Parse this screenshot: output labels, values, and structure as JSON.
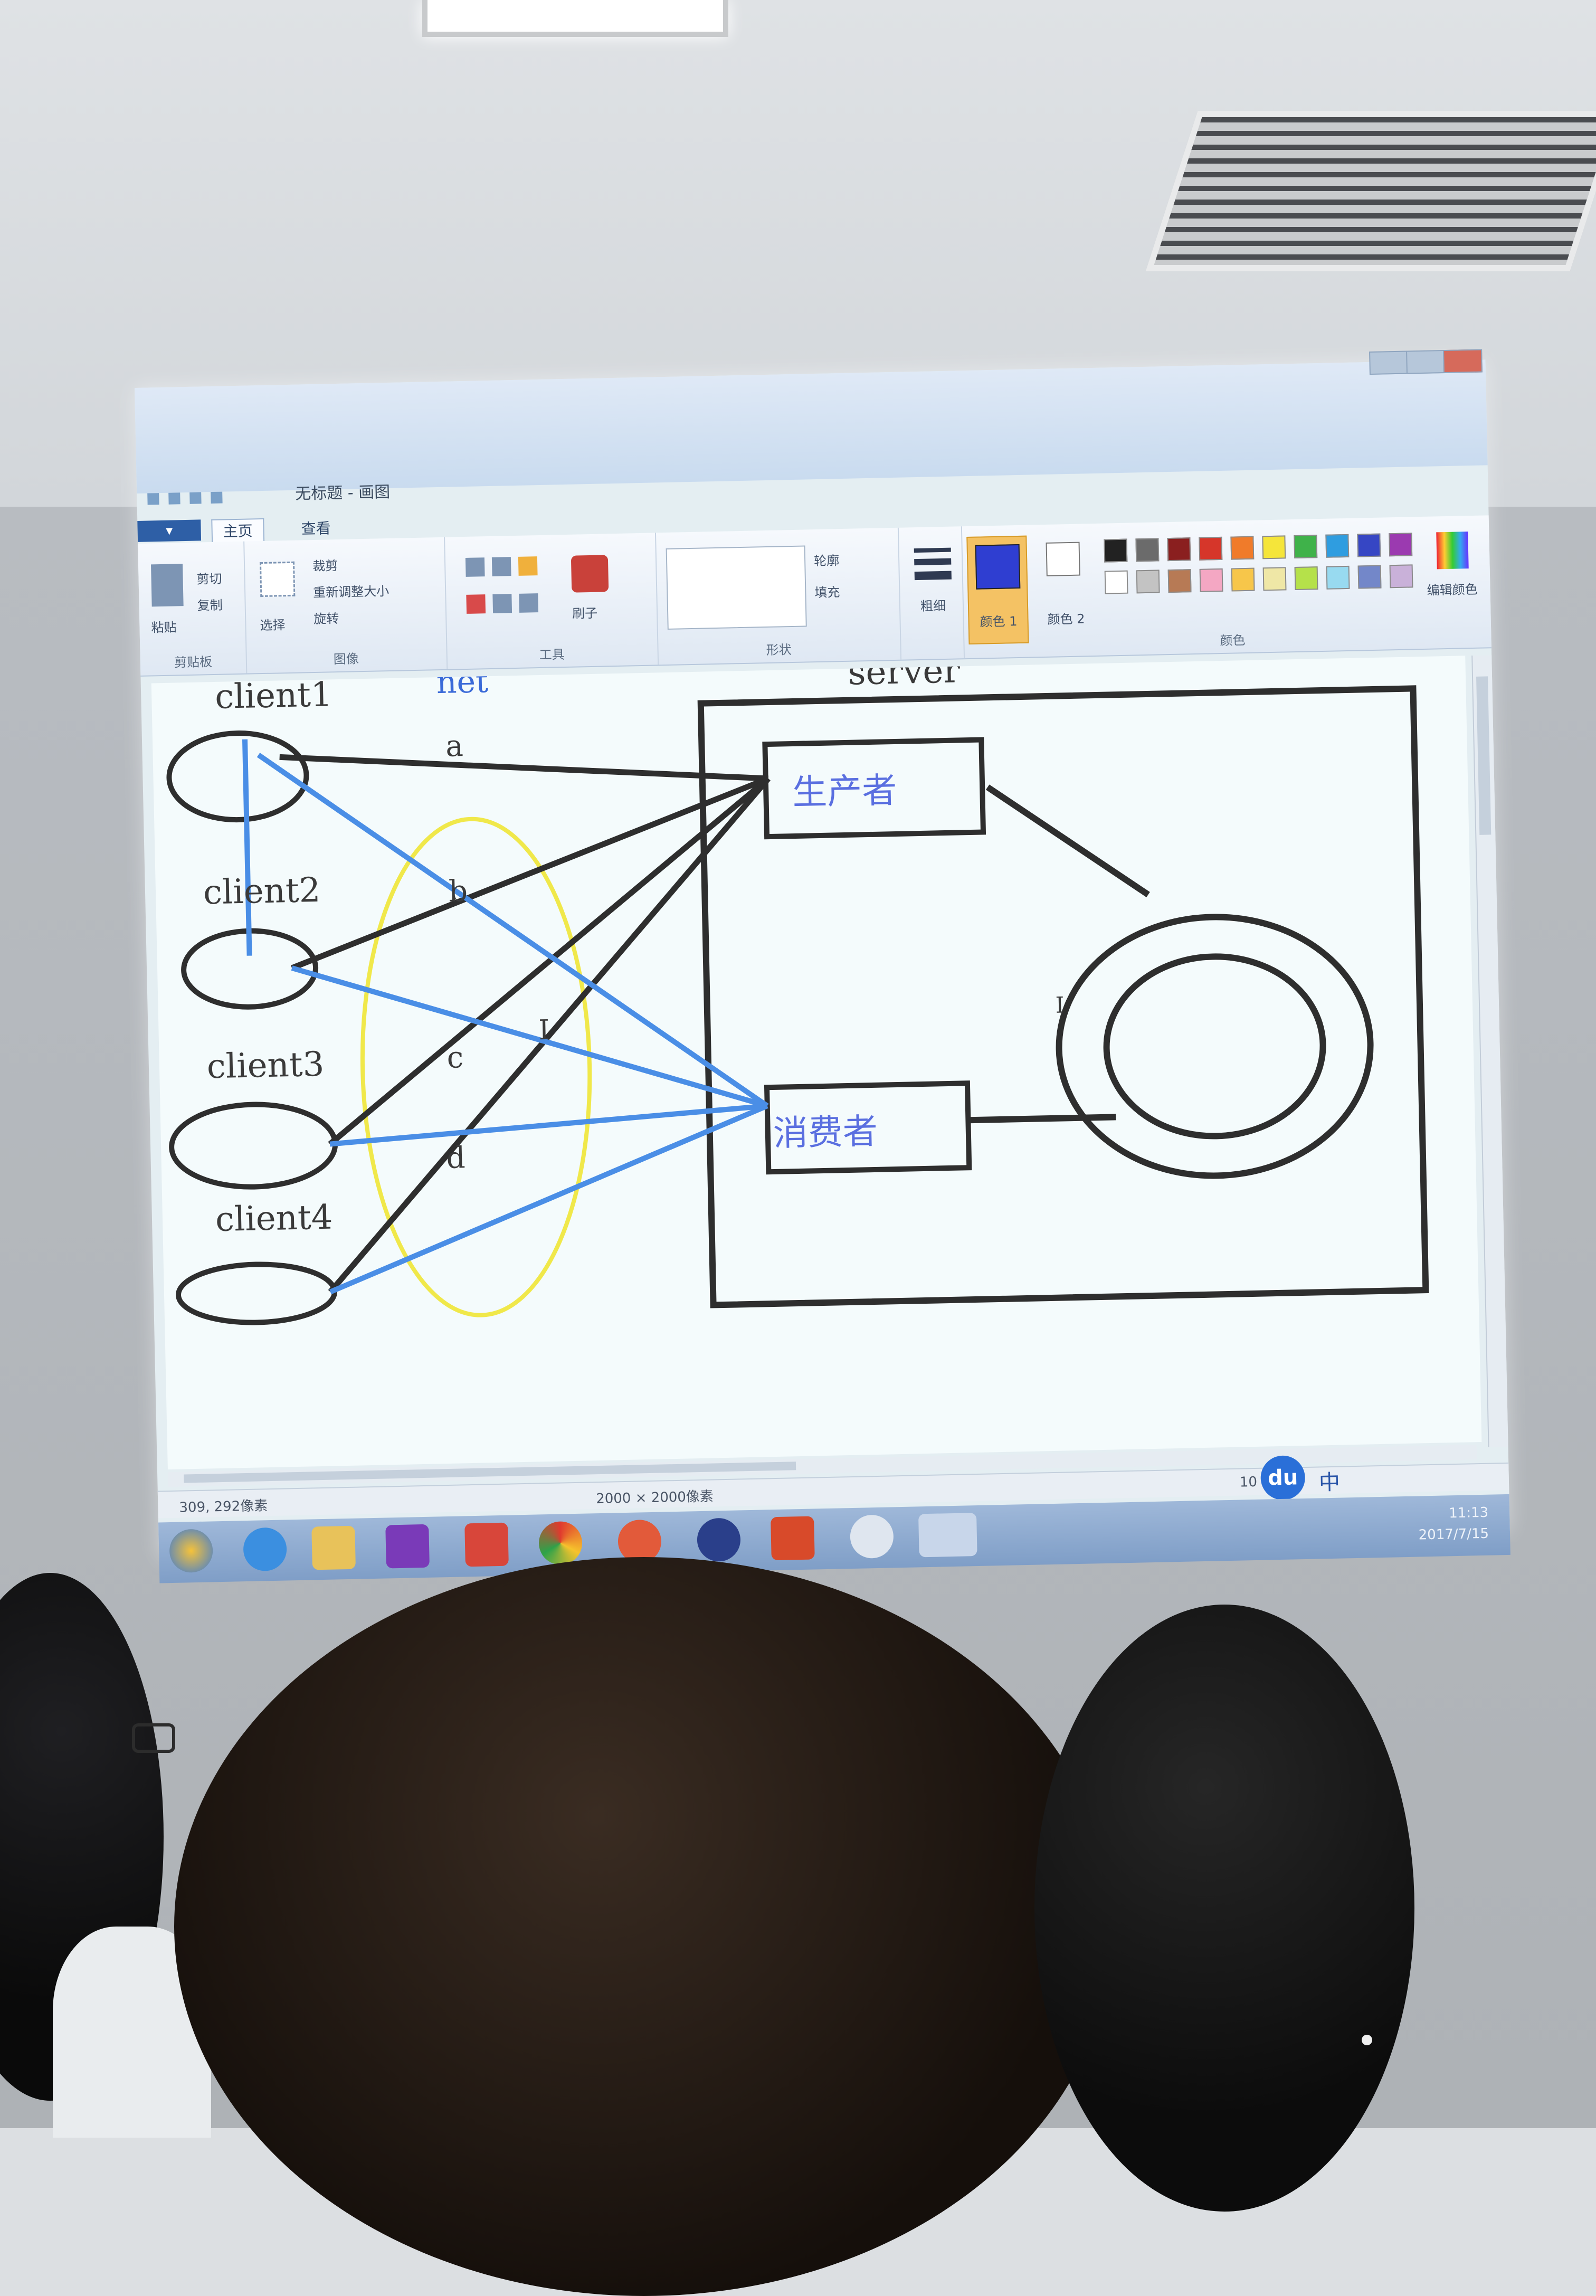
{
  "window": {
    "title": "无标题 - 画图"
  },
  "ribbon": {
    "file_tab": "▾",
    "tabs": [
      "主页",
      "查看"
    ],
    "groups": {
      "clipboard": {
        "label": "剪贴板",
        "paste": "粘贴",
        "cut": "剪切",
        "copy": "复制"
      },
      "image": {
        "label": "图像",
        "select": "选择",
        "crop": "裁剪",
        "resize": "重新调整大小",
        "rotate": "旋转"
      },
      "tools": {
        "label": "工具",
        "brushes": "刷子"
      },
      "shapes": {
        "label": "形状",
        "outline": "轮廓",
        "fill": "填充"
      },
      "size": {
        "label": "粗细"
      },
      "colors": {
        "label": "颜色",
        "color1": "颜色 1",
        "color2": "颜色 2",
        "edit": "编辑颜色",
        "color1_value": "#2f3ed1",
        "palette_row1": [
          "#222222",
          "#6b6b6b",
          "#8a1f1f",
          "#d6362a",
          "#f07b2a",
          "#f5e53a",
          "#3fb24a",
          "#2f9de0",
          "#3646c4",
          "#9b3ab0"
        ],
        "palette_row2": [
          "#ffffff",
          "#c3c3c3",
          "#b77a55",
          "#f4a7c3",
          "#f7c64a",
          "#efe7a6",
          "#b5e14a",
          "#98daf0",
          "#7387c9",
          "#c9b1d9"
        ]
      }
    }
  },
  "canvas": {
    "labels": {
      "client1": "client1",
      "client2": "client2",
      "client3": "client3",
      "client4": "client4",
      "net": "net",
      "server": "server",
      "producer": "生产者",
      "consumer": "消费者",
      "a": "a",
      "b": "b",
      "c": "c",
      "d": "d",
      "cursor": "I",
      "cursor2": "I"
    }
  },
  "statusbar": {
    "cursor_pos": "309, 292像素",
    "canvas_size": "2000 × 2000像素",
    "zoom": "10",
    "baidu": "du",
    "ime": "中"
  },
  "taskbar": {
    "time": "11:13",
    "date": "2017/7/15"
  }
}
